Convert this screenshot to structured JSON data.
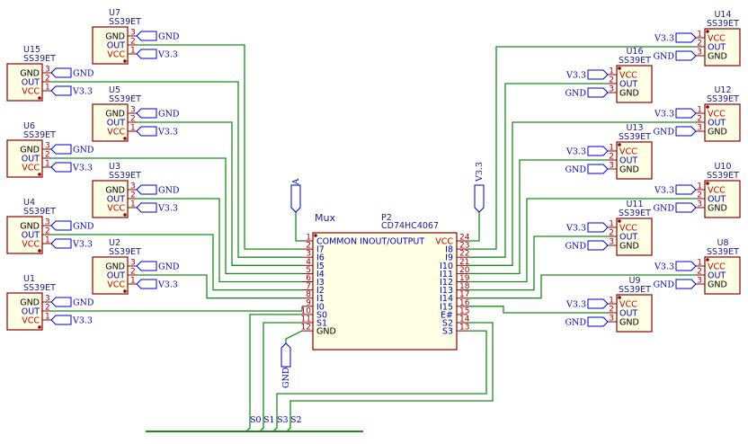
{
  "mux": {
    "title": "Mux",
    "ref": "P2",
    "part": "CD74HC4067",
    "left_pins": [
      {
        "num": "1",
        "name": "COMMON INOUT/OUTPUT"
      },
      {
        "num": "2",
        "name": "I7"
      },
      {
        "num": "3",
        "name": "I6"
      },
      {
        "num": "4",
        "name": "I5"
      },
      {
        "num": "5",
        "name": "I4"
      },
      {
        "num": "6",
        "name": "I3"
      },
      {
        "num": "7",
        "name": "I2"
      },
      {
        "num": "8",
        "name": "I1"
      },
      {
        "num": "9",
        "name": "I0"
      },
      {
        "num": "10",
        "name": "S0"
      },
      {
        "num": "11",
        "name": "S1"
      },
      {
        "num": "12",
        "name": "GND"
      }
    ],
    "right_pins": [
      {
        "num": "24",
        "name": "VCC"
      },
      {
        "num": "23",
        "name": "I8"
      },
      {
        "num": "22",
        "name": "I9"
      },
      {
        "num": "21",
        "name": "I10"
      },
      {
        "num": "20",
        "name": "I11"
      },
      {
        "num": "19",
        "name": "I12"
      },
      {
        "num": "18",
        "name": "I13"
      },
      {
        "num": "17",
        "name": "I14"
      },
      {
        "num": "16",
        "name": "I15"
      },
      {
        "num": "15",
        "name": "E#"
      },
      {
        "num": "14",
        "name": "S2"
      },
      {
        "num": "13",
        "name": "S3"
      }
    ]
  },
  "sensor_part": "SS39ET",
  "sensor_pins_left": [
    {
      "num": "3",
      "name": "GND"
    },
    {
      "num": "2",
      "name": "OUT"
    },
    {
      "num": "1",
      "name": "VCC"
    }
  ],
  "sensor_pins_right": [
    {
      "num": "1",
      "name": "VCC"
    },
    {
      "num": "2",
      "name": "OUT"
    },
    {
      "num": "3",
      "name": "GND"
    }
  ],
  "net_labels": {
    "gnd": "GND",
    "v33": "V3.3",
    "a": "A",
    "vcc_flag": "V3.3",
    "gnd_flag": "GND"
  },
  "bus_labels": [
    "S0",
    "S1",
    "S3",
    "S2"
  ],
  "sensors_left": [
    "U7",
    "U15",
    "U5",
    "U6",
    "U3",
    "U4",
    "U2",
    "U1"
  ],
  "sensors_right": [
    "U14",
    "U16",
    "U12",
    "U13",
    "U10",
    "U11",
    "U8",
    "U9"
  ],
  "colors": {
    "wire": "#1a8a1a",
    "body_outline": "#8a0000",
    "body_fill": "#ffffe6",
    "net": "#0000c8",
    "pin_name": "#0000c8",
    "power_pin": "#c00000"
  }
}
